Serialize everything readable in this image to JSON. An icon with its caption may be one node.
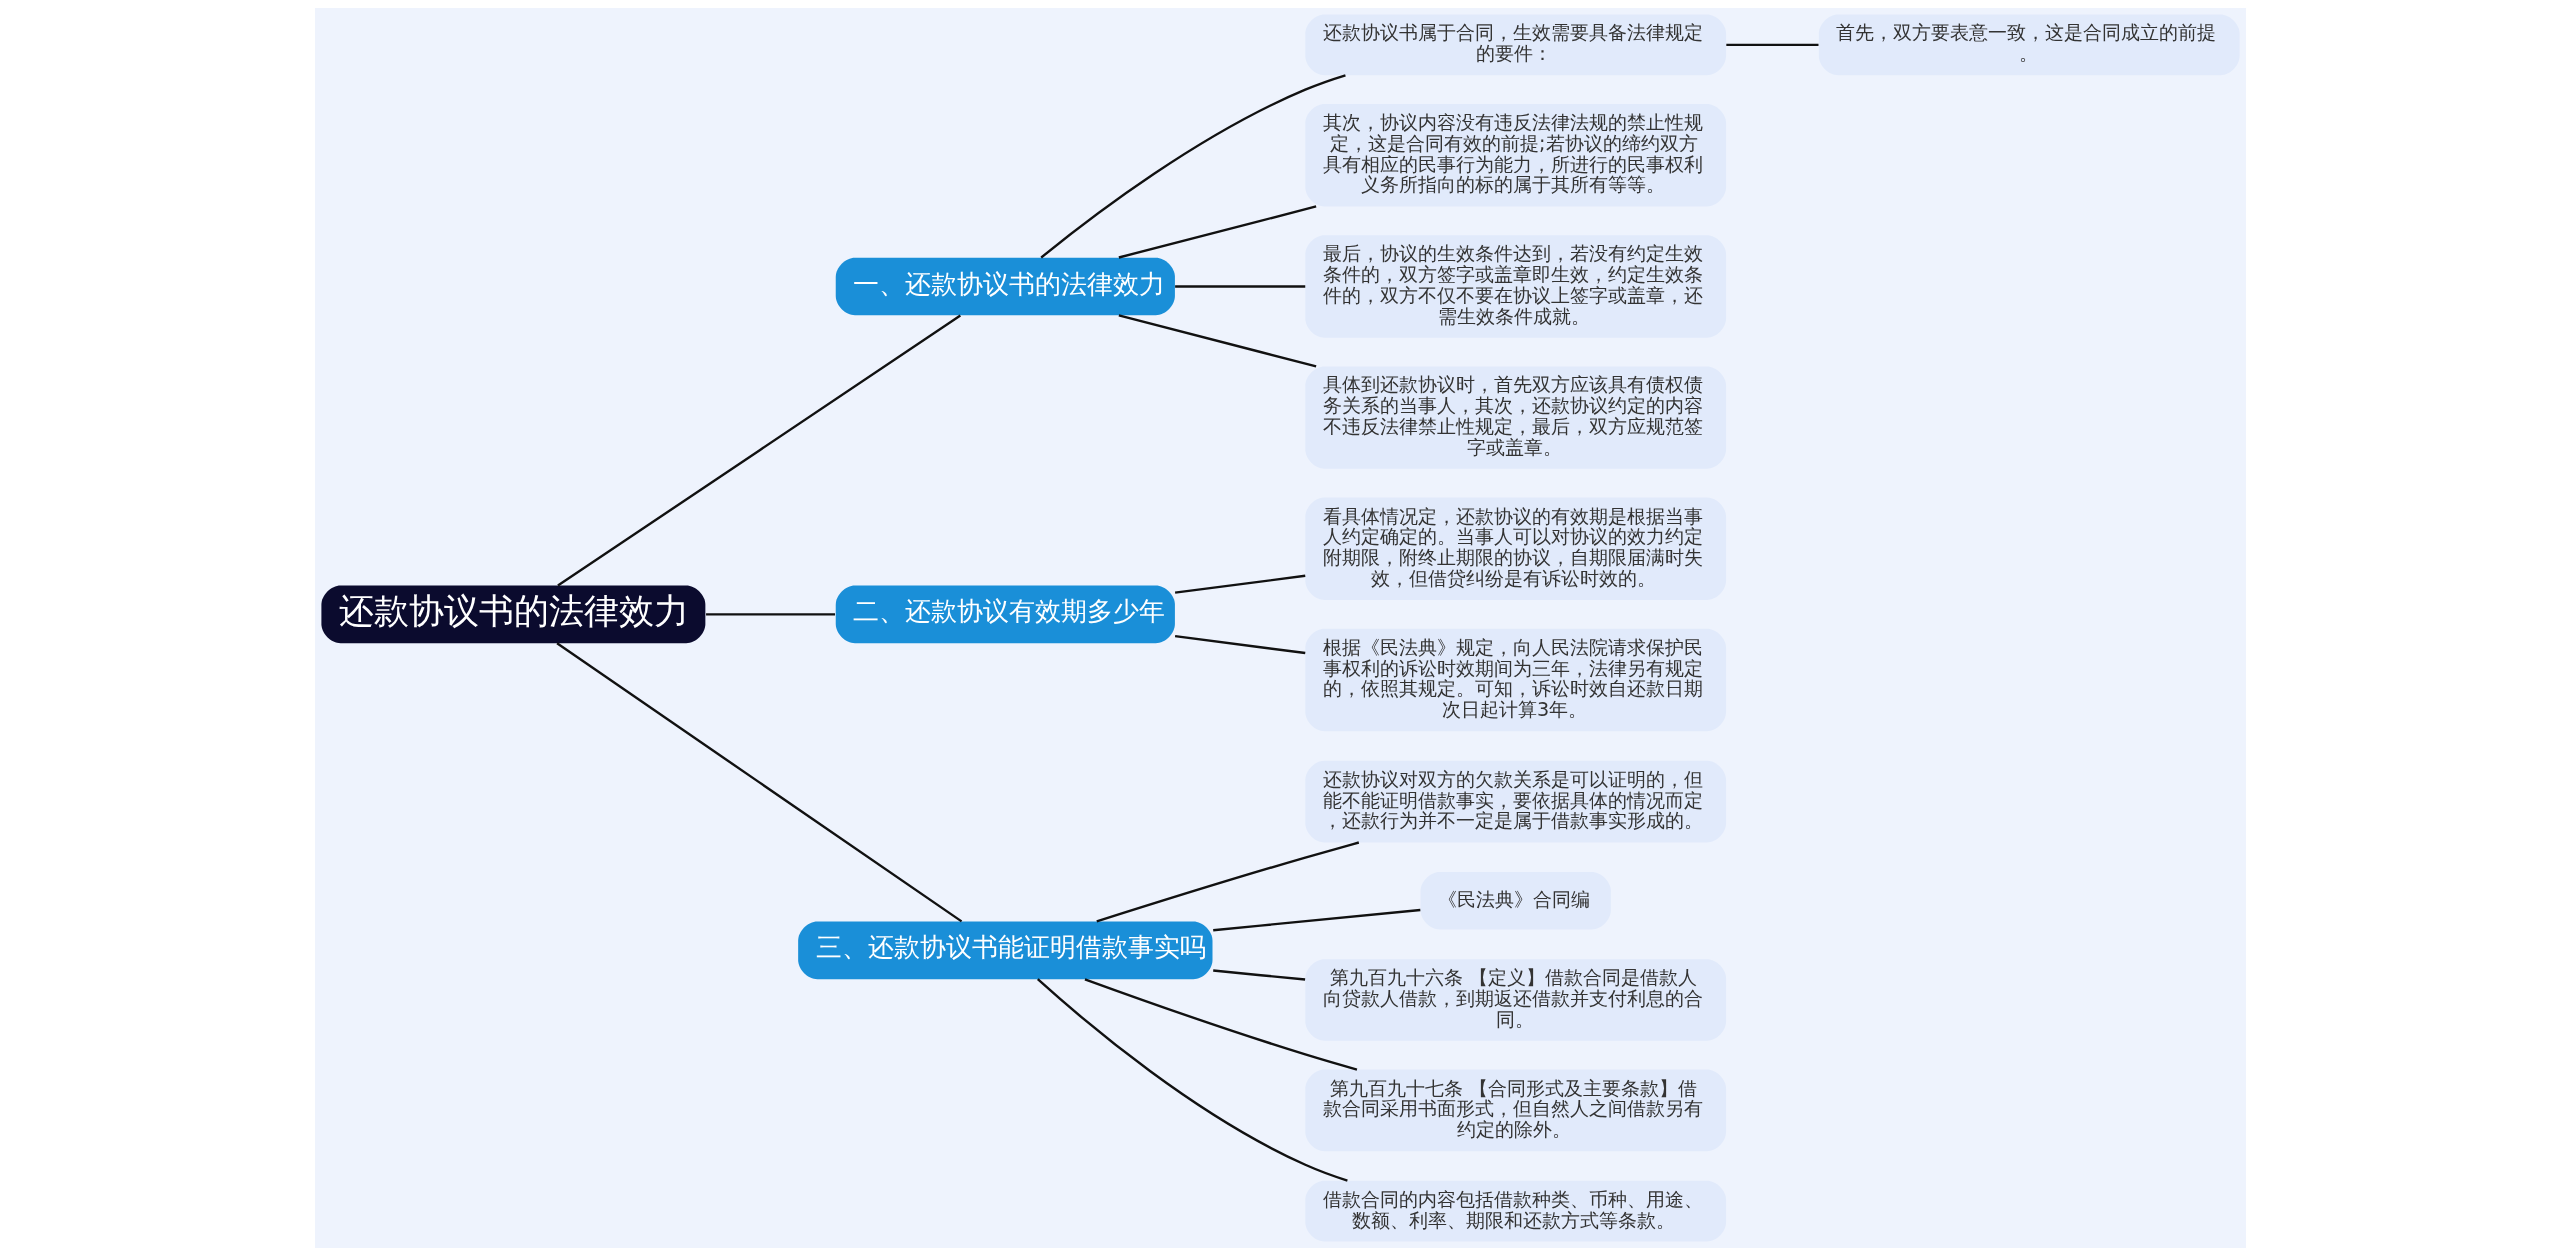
{
  "diagram": {
    "nodes": [
      {
        "text": [
          "还款协议书的法律效力"
        ]
      },
      {
        "text": [
          "一、还款协议书的法律效力"
        ]
      },
      {
        "text": [
          "还款协议书属于合同，生效需要具备法律规定的要件："
        ]
      },
      {
        "text": [
          "首先，双方要表意一致，这是合同成立的前提。"
        ]
      },
      {
        "text": [
          "其次，协议内容没有违反法律法规的禁止性规定，这是合同有效的前提;若协议的缔约双方具有相应的民事行为能力，所进行的民事权利义务所指向的标的属于其所有等等。"
        ]
      },
      {
        "text": [
          "最后，协议的生效条件达到，若没有约定生效条件的，双方签字或盖章即生效，约定生效条件的，双方不仅不要在协议上签字或盖章，还需生效条件成就。"
        ]
      },
      {
        "text": [
          "具体到还款协议时，首先双方应该具有债权债务关系的当事人，其次，还款协议约定的内容不违反法律禁止性规定，最后，双方应规范签字或盖章。"
        ]
      },
      {
        "text": [
          "二、还款协议有效期多少年"
        ]
      },
      {
        "text": [
          "看具体情况定，还款协议的有效期是根据当事人约定确定的。当事人可以对协议的效力约定附期限，附终止期限的协议，自期限届满时失效，但借贷纠纷是有诉讼时效的。"
        ]
      },
      {
        "text": [
          "根据《民法典》规定，向人民法院请求保护民事权利的诉讼时效期间为三年，法律另有规定的，依照其规定。可知，诉讼时效自还款日期次日起计算3年。"
        ]
      },
      {
        "text": [
          "三、还款协议书能证明借款事实吗"
        ]
      },
      {
        "text": [
          "还款协议对双方的欠款关系是可以证明的，但能不能证明借款事实，要依据具体的情况而定，还款行为并不一定是属于借款事实形成的。"
        ]
      },
      {
        "text": [
          "《民法典》合同编"
        ]
      },
      {
        "text": [
          "第九百九十六条 【定义】借款合同是借款人向贷款人借款，到期返还借款并支付利息的合同。"
        ]
      },
      {
        "text": [
          "第九百九十七条 【合同形式及主要条款】借款合同采用书面形式，但自然人之间借款另有约定的除外。"
        ]
      },
      {
        "text": [
          "借款合同的内容包括借款种类、币种、用途、数额、利率、期限和还款方式等条款。"
        ]
      }
    ],
    "edges": [
      {
        "from": 0,
        "to": 1,
        "arrow": "none"
      },
      {
        "from": 1,
        "to": 2,
        "arrow": "none"
      },
      {
        "from": 2,
        "to": 3,
        "arrow": "none"
      },
      {
        "from": 1,
        "to": 4,
        "arrow": "none"
      },
      {
        "from": 1,
        "to": 5,
        "arrow": "none"
      },
      {
        "from": 1,
        "to": 6,
        "arrow": "none"
      },
      {
        "from": 0,
        "to": 7,
        "arrow": "none"
      },
      {
        "from": 7,
        "to": 8,
        "arrow": "none"
      },
      {
        "from": 7,
        "to": 9,
        "arrow": "none"
      },
      {
        "from": 0,
        "to": 10,
        "arrow": "none"
      },
      {
        "from": 10,
        "to": 11,
        "arrow": "none"
      },
      {
        "from": 10,
        "to": 12,
        "arrow": "none"
      },
      {
        "from": 10,
        "to": 13,
        "arrow": "none"
      },
      {
        "from": 10,
        "to": 14,
        "arrow": "none"
      },
      {
        "from": 10,
        "to": 15,
        "arrow": "none"
      }
    ]
  }
}
